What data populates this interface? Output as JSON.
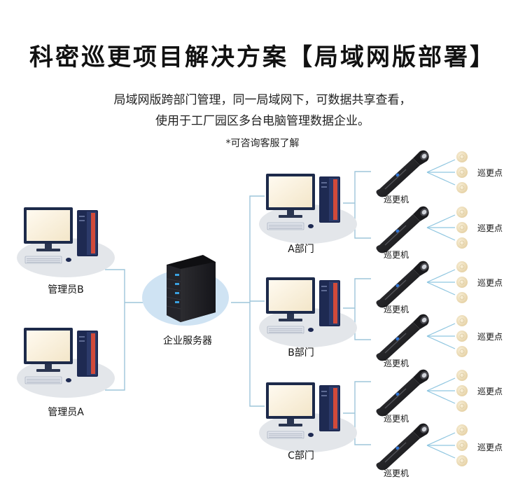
{
  "title": "科密巡更项目解决方案【局域网版部署】",
  "description": [
    "局域网版跨部门管理，同一局域网下，可数据共享查看，",
    "使用于工厂园区多台电脑管理数据企业。"
  ],
  "note": "*可咨询客服了解",
  "admins": [
    {
      "label": "管理员B"
    },
    {
      "label": "管理员A"
    }
  ],
  "server": {
    "label": "企业服务器"
  },
  "departments": [
    {
      "label": "A部门",
      "devices": [
        {
          "label": "巡更机",
          "points_label": "巡更点"
        },
        {
          "label": "巡更机",
          "points_label": "巡更点"
        }
      ]
    },
    {
      "label": "B部门",
      "devices": [
        {
          "label": "巡更机",
          "points_label": "巡更点"
        },
        {
          "label": "巡更机",
          "points_label": "巡更点"
        }
      ]
    },
    {
      "label": "C部门",
      "devices": [
        {
          "label": "巡更机",
          "points_label": "巡更点"
        },
        {
          "label": "巡更机",
          "points_label": "巡更点"
        }
      ]
    }
  ],
  "colors": {
    "line": "#9ec5da",
    "monitor_frame": "#1d2a4a",
    "tower": "#1e2a52",
    "tower_accent": "#d14a3a",
    "ellipse": "#e3e6ea",
    "server_ellipse": "#cfe3f3",
    "point": "#ecdcb8",
    "ray": "#8fc6e0"
  }
}
